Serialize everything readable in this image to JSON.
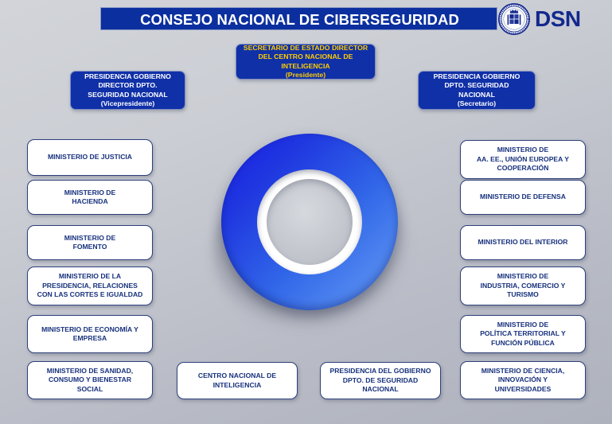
{
  "header": {
    "title": "CONSEJO NACIONAL DE CIBERSEGURIDAD",
    "logo_text": "DSN",
    "logo_icon": "spain-coat-of-arms-emblem-icon",
    "title_bar_color": "#0b2f9e",
    "logo_color": "#13288e"
  },
  "officers": [
    {
      "id": "president",
      "lines": [
        "SECRETARIO DE ESTADO DIRECTOR",
        "DEL CENTRO NACIONAL DE",
        "INTELIGENCIA",
        "(Presidente)"
      ],
      "text_color": "#ffcc00",
      "box_color": "#1030a8"
    },
    {
      "id": "vicepresident",
      "lines": [
        "PRESIDENCIA  GOBIERNO",
        "DIRECTOR  DPTO.",
        "SEGURIDAD NACIONAL",
        "(Vicepresidente)"
      ],
      "text_color": "#ffffff",
      "box_color": "#1030a8"
    },
    {
      "id": "secretary",
      "lines": [
        "PRESIDENCIA GOBIERNO",
        "DPTO. SEGURIDAD",
        "NACIONAL",
        "(Secretario)"
      ],
      "text_color": "#ffffff",
      "box_color": "#1030a8"
    }
  ],
  "members_left": [
    {
      "id": "justicia",
      "lines": [
        "MINISTERIO DE JUSTICIA"
      ]
    },
    {
      "id": "hacienda",
      "lines": [
        "MINISTERIO DE",
        "HACIENDA"
      ]
    },
    {
      "id": "fomento",
      "lines": [
        "MINISTERIO DE",
        "FOMENTO"
      ]
    },
    {
      "id": "presidencia",
      "lines": [
        "MINISTERIO DE LA",
        "PRESIDENCIA, RELACIONES",
        "CON LAS CORTES E IGUALDAD"
      ]
    },
    {
      "id": "economia",
      "lines": [
        "MINISTERIO DE ECONOMÍA Y",
        "EMPRESA"
      ]
    },
    {
      "id": "sanidad",
      "lines": [
        "MINISTERIO DE SANIDAD,",
        "CONSUMO Y BIENESTAR",
        "SOCIAL"
      ]
    }
  ],
  "members_right": [
    {
      "id": "exteriores",
      "lines": [
        "MINISTERIO DE",
        "AA. EE., UNIÓN EUROPEA Y",
        "COOPERACIÓN"
      ]
    },
    {
      "id": "defensa",
      "lines": [
        "MINISTERIO DE DEFENSA"
      ]
    },
    {
      "id": "interior",
      "lines": [
        "MINISTERIO DEL INTERIOR"
      ]
    },
    {
      "id": "industria",
      "lines": [
        "MINISTERIO DE",
        "INDUSTRIA, COMERCIO Y",
        "TURISMO"
      ]
    },
    {
      "id": "politica",
      "lines": [
        "MINISTERIO DE",
        "POLÍTICA TERRITORIAL Y",
        "FUNCIÓN PÚBLICA"
      ]
    },
    {
      "id": "ciencia",
      "lines": [
        "MINISTERIO DE CIENCIA,",
        "INNOVACIÓN Y",
        "UNIVERSIDADES"
      ]
    }
  ],
  "members_bottom": [
    {
      "id": "cni",
      "lines": [
        "CENTRO NACIONAL DE",
        "INTELIGENCIA"
      ]
    },
    {
      "id": "dsn",
      "lines": [
        "PRESIDENCIA DEL GOBIERNO",
        "DPTO. DE SEGURIDAD",
        "NACIONAL"
      ]
    }
  ],
  "illustration": {
    "name": "round-table-with-chairs",
    "chair_count": 20,
    "highlight_chair_index": 0,
    "table_color": "#2344d6",
    "chair_color": "#e3e5ea",
    "highlight_chair_color": "#2344d6"
  },
  "colors": {
    "background_top": "#d2d4d9",
    "background_bottom": "#aeb2bd",
    "box_border": "#2d3f7c",
    "box_text": "#16307c"
  }
}
